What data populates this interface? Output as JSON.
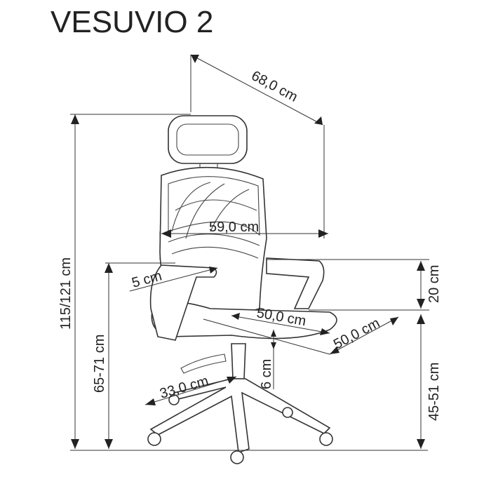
{
  "title": "VESUVIO 2",
  "dimensions": {
    "depth_total": "68,0 cm",
    "width_arms": "59,0 cm",
    "height_total": "115/121 cm",
    "armrest_height": "65-71 cm",
    "armrest_width": "5 cm",
    "armrest_to_seat": "20 cm",
    "seat_depth": "50,0 cm",
    "seat_width": "50,0 cm",
    "seat_adjust": "6 cm",
    "base_radius": "33,0 cm",
    "seat_height": "45-51 cm"
  }
}
